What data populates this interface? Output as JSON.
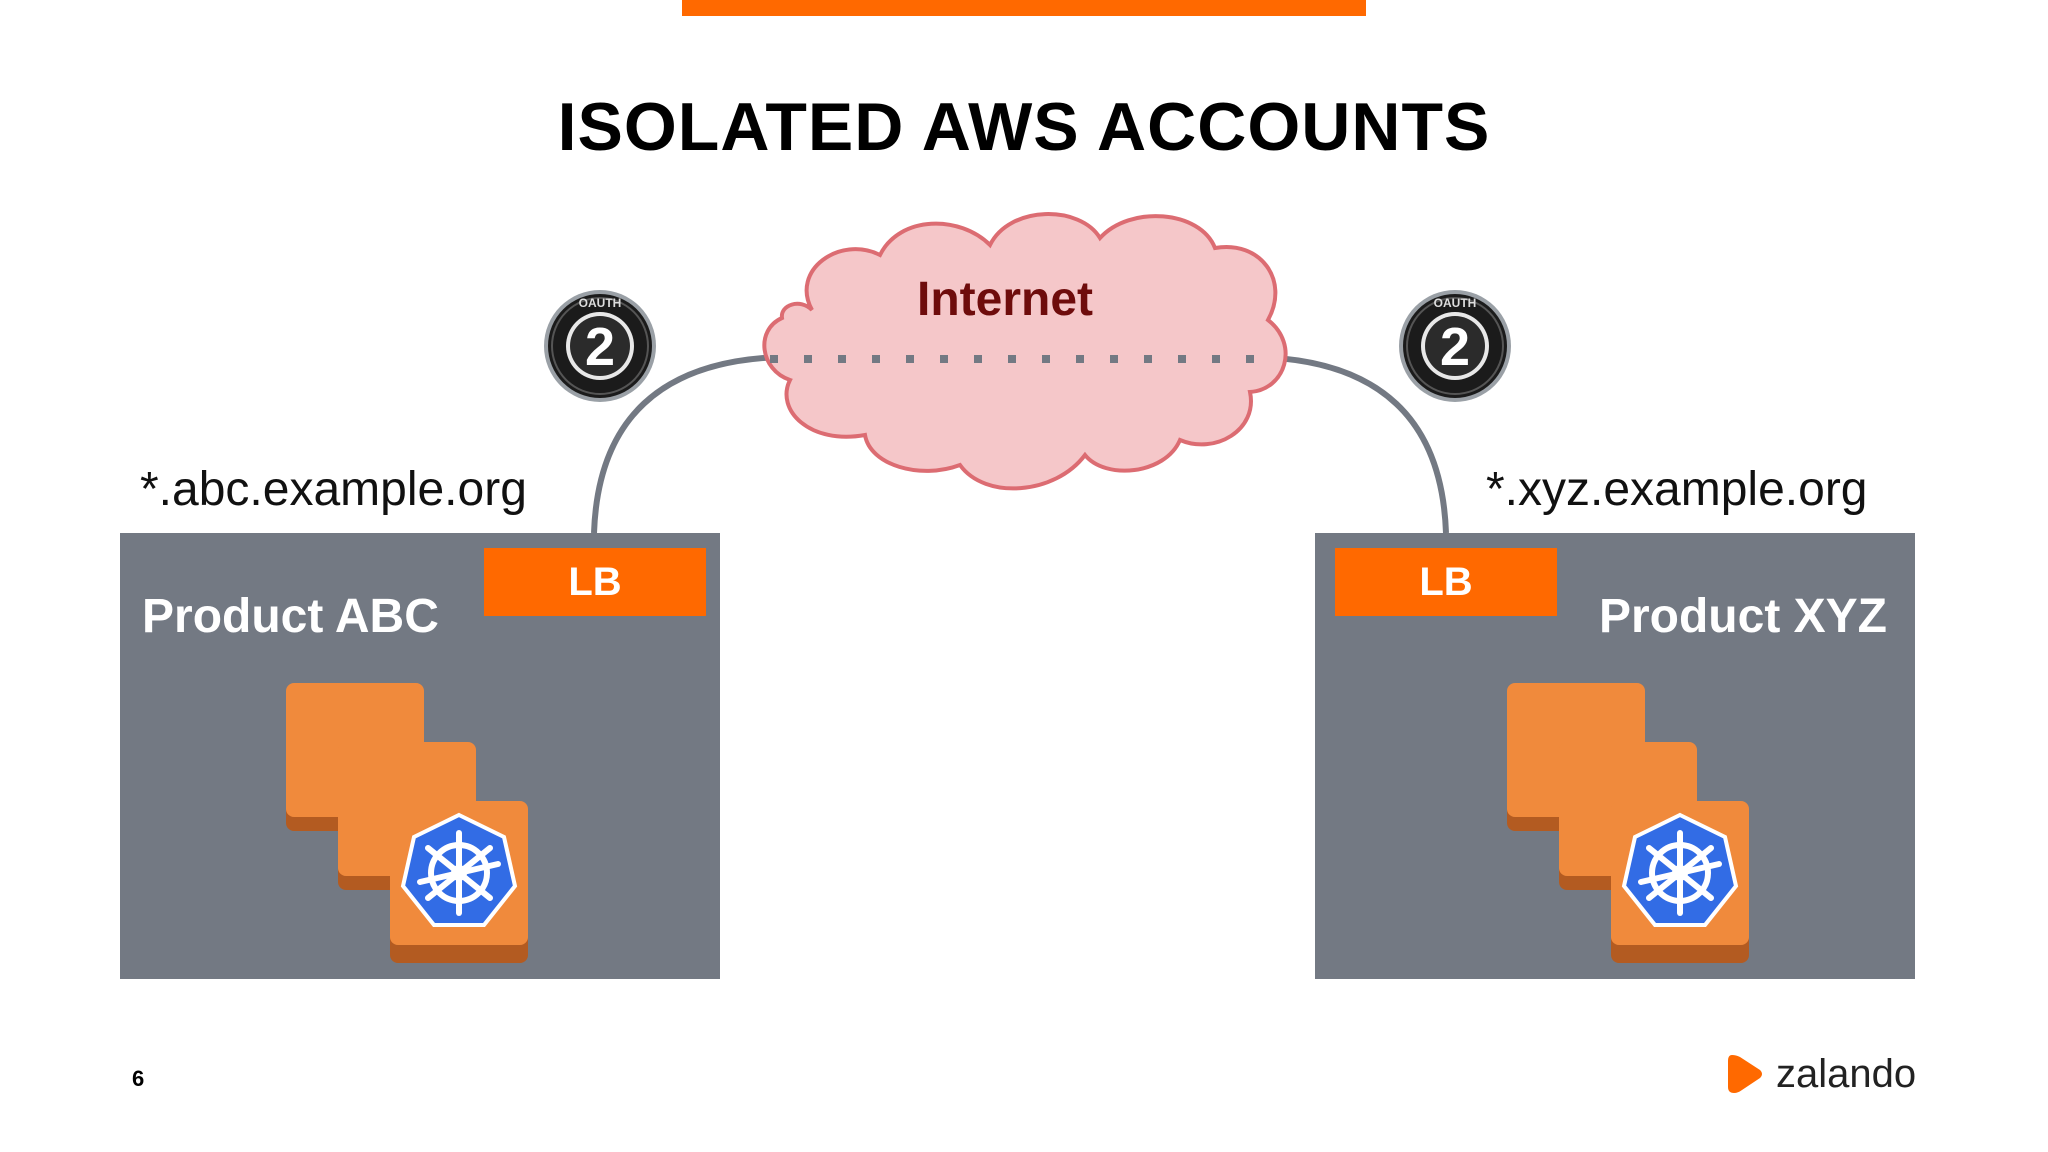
{
  "slide": {
    "title": "ISOLATED AWS ACCOUNTS",
    "page_number": "6"
  },
  "network": {
    "label": "Internet",
    "oauth_badge_number": "2",
    "oauth_badge_text": "OAUTH"
  },
  "accounts": [
    {
      "domain": "*.abc.example.org",
      "product": "Product ABC",
      "lb": "LB"
    },
    {
      "domain": "*.xyz.example.org",
      "product": "Product XYZ",
      "lb": "LB"
    }
  ],
  "brand": {
    "name": "zalando"
  },
  "colors": {
    "accent": "#ff6900",
    "box": "#737983",
    "cloud_fill": "#f5c7c9",
    "cloud_stroke": "#dc6c72",
    "internet_text": "#6e0c0c",
    "ec2_orange": "#f08a3c",
    "ec2_dark": "#b35b21",
    "k8s_blue": "#326ce5"
  },
  "icons": [
    "oauth2-badge-icon",
    "cloud-icon",
    "ec2-instance-icon",
    "kubernetes-icon",
    "zalando-logo-icon"
  ]
}
